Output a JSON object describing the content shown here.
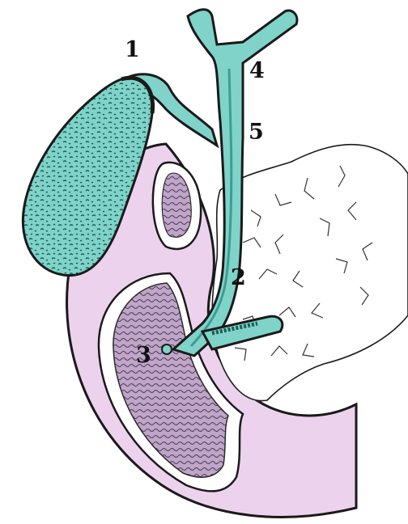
{
  "labels": {
    "l1": "1",
    "l2": "2",
    "l3": "3",
    "l4": "4",
    "l5": "5"
  },
  "colors": {
    "duct_fill": "#7fd3c8",
    "duct_dark": "#3f9c93",
    "duodenum_fill": "#ecd2ec",
    "mucosa_fill": "#bfa6c8",
    "pancreas_fill": "#ffffff",
    "outline": "#1a1a1a"
  }
}
